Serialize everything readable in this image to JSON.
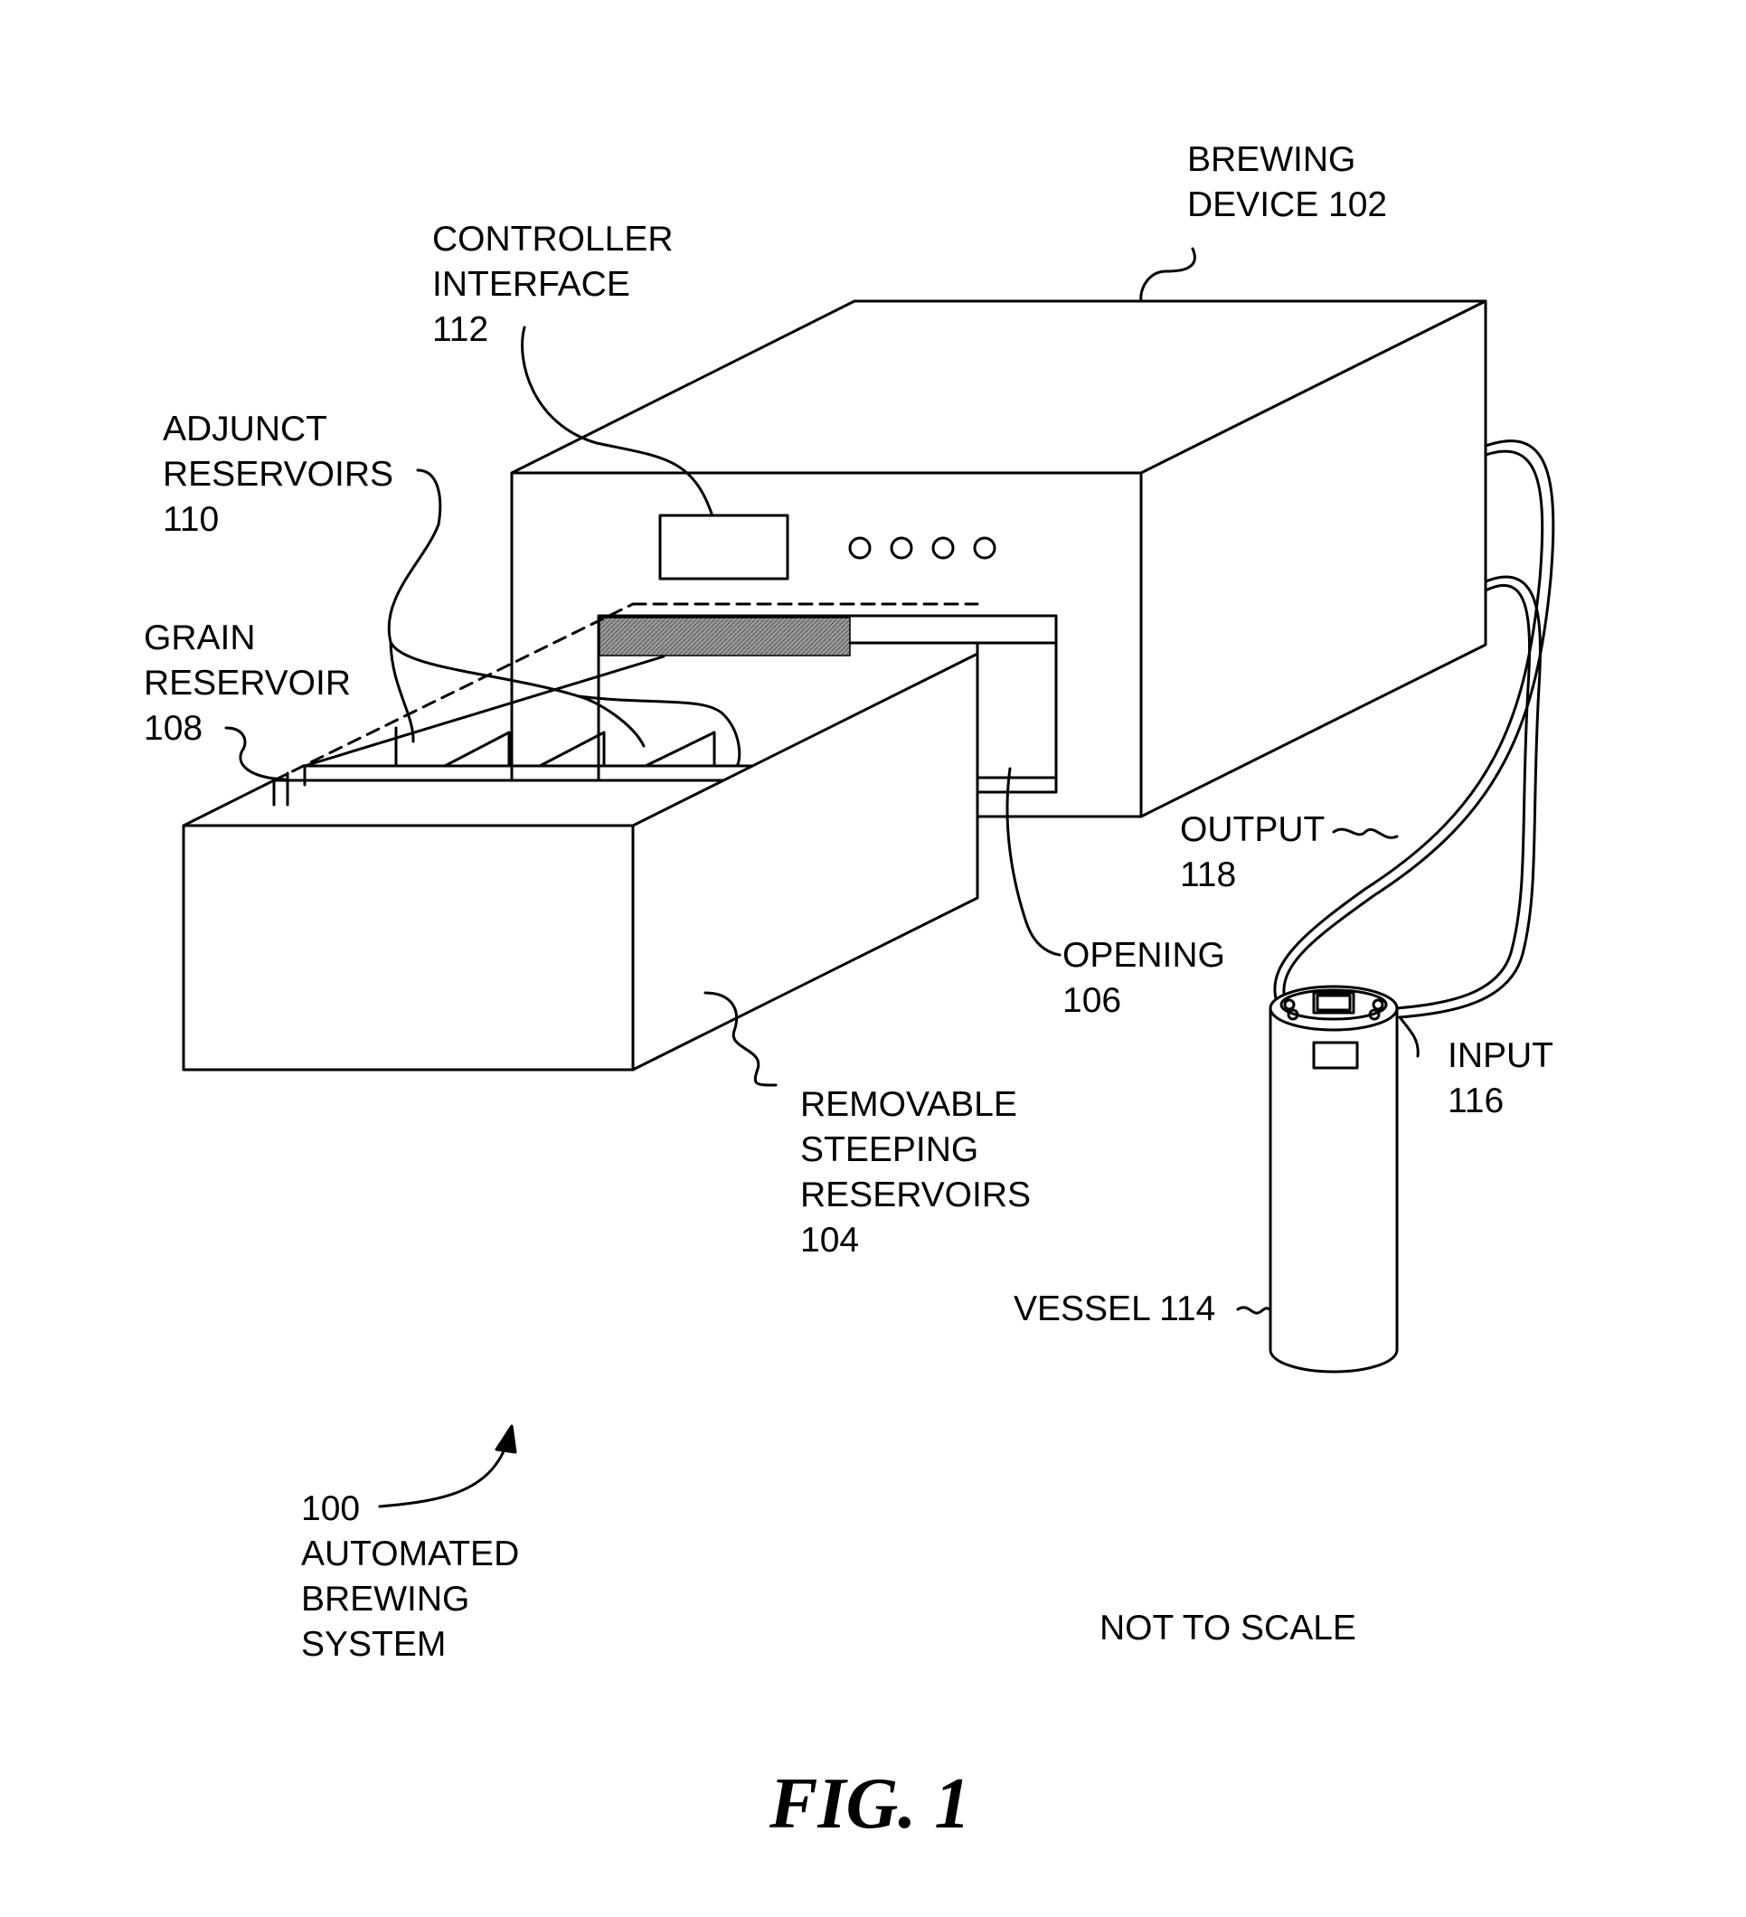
{
  "figure": {
    "title": "FIG. 1",
    "scale_note": "NOT TO SCALE"
  },
  "labels": {
    "brewing_device": [
      "BREWING",
      "DEVICE 102"
    ],
    "controller_interface": [
      "CONTROLLER",
      "INTERFACE",
      "112"
    ],
    "adjunct_reservoirs": [
      "ADJUNCT",
      "RESERVOIRS",
      "110"
    ],
    "grain_reservoir": [
      "GRAIN",
      "RESERVOIR",
      "108"
    ],
    "output": [
      "OUTPUT",
      "118"
    ],
    "opening": [
      "OPENING",
      "106"
    ],
    "input": [
      "INPUT",
      "116"
    ],
    "steeping_reservoirs": [
      "REMOVABLE",
      "STEEPING",
      "RESERVOIRS",
      "104"
    ],
    "vessel": [
      "VESSEL 114"
    ],
    "system": [
      "100",
      "AUTOMATED",
      "BREWING",
      "SYSTEM"
    ]
  }
}
